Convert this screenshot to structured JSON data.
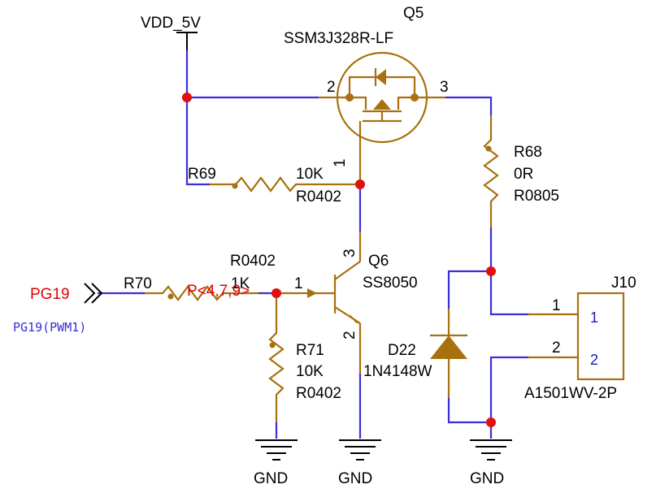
{
  "colors": {
    "wire": "#3a2fd6",
    "component": "#a8700f",
    "junction": "#e01010",
    "net_label": "#e00000",
    "net_alias": "#3a2fd6"
  },
  "power": {
    "vdd_label": "VDD_5V",
    "gnd_label": "GND"
  },
  "q5": {
    "ref": "Q5",
    "part": "SSM3J328R-LF",
    "pin_gate": "1",
    "pin_source": "2",
    "pin_drain": "3"
  },
  "q6": {
    "ref": "Q6",
    "part": "SS8050",
    "footprint": "R0402",
    "pin_base": "1",
    "pin_emitter": "2",
    "pin_collector": "3"
  },
  "r68": {
    "ref": "R68",
    "value": "0R",
    "footprint": "R0805"
  },
  "r69": {
    "ref": "R69",
    "value": "10K",
    "footprint": "R0402"
  },
  "r70": {
    "ref": "R70",
    "value": "1K",
    "annotation": "P<4,7,9>"
  },
  "r71": {
    "ref": "R71",
    "value": "10K",
    "footprint": "R0402"
  },
  "d22": {
    "ref": "D22",
    "part": "1N4148W"
  },
  "j10": {
    "ref": "J10",
    "part": "A1501WV-2P",
    "pin1": "1",
    "pin2": "2",
    "pin1_num": "1",
    "pin2_num": "2"
  },
  "net": {
    "name": "PG19",
    "alias": "PG19(PWM1)"
  }
}
